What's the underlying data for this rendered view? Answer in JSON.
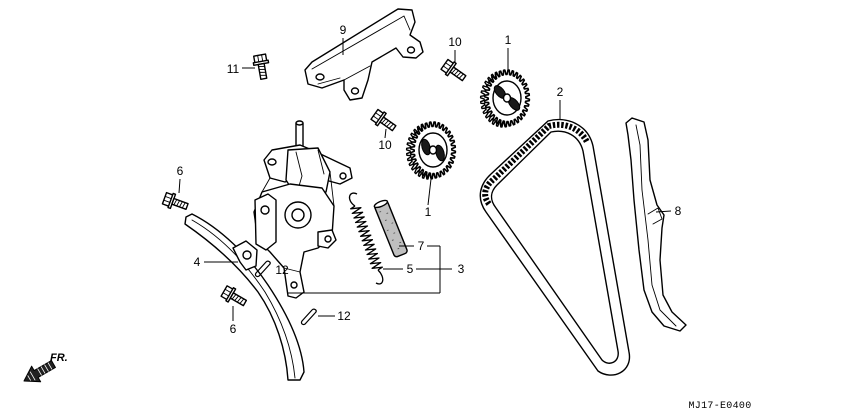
{
  "callouts": {
    "sprocket_upper": "1",
    "sprocket_lower": "1",
    "cam_chain": "2",
    "tensioner_assembly": "3",
    "tensioner_arm": "4",
    "spring": "5",
    "bolt_6_upper": "6",
    "bolt_6_lower": "6",
    "roller": "7",
    "chain_guide": "8",
    "bracket": "9",
    "bolt_10_upper": "10",
    "bolt_10_lower": "10",
    "bolt_11": "11",
    "clip_upper": "12",
    "clip_lower": "12"
  },
  "direction_marker": "FR.",
  "diagram_code": "MJ17-E0400"
}
